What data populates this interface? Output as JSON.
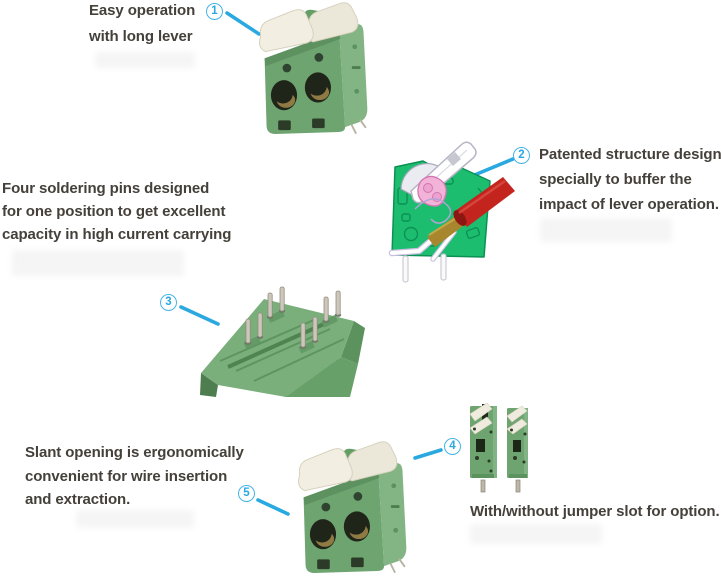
{
  "features": [
    {
      "number": "1",
      "lines": [
        "Easy operation",
        "with long lever"
      ]
    },
    {
      "number": "2",
      "lines": [
        "Patented structure design",
        "specially to buffer the",
        "impact of lever operation."
      ]
    },
    {
      "number": "3",
      "lines": [
        "Four soldering pins designed",
        "for one position to get excellent",
        "capacity in high current carrying"
      ]
    },
    {
      "number": "4",
      "lines": [
        "With/without jumper slot for option."
      ]
    },
    {
      "number": "5",
      "lines": [
        "Slant opening is ergonomically",
        "convenient for wire insertion",
        "and extraction."
      ]
    }
  ],
  "illustrations": [
    {
      "name": "terminal-block-long-lever-photo",
      "callout": "1"
    },
    {
      "name": "internal-structure-cutaway-diagram",
      "callout": "2"
    },
    {
      "name": "soldering-pins-bottom-view-photo",
      "callout": "3"
    },
    {
      "name": "side-profile-with-without-jumper-slot-photo",
      "callout": "4"
    },
    {
      "name": "terminal-block-slant-opening-photo",
      "callout": "5"
    }
  ],
  "colors": {
    "callout_blue": "#2aa9e0",
    "text": "#45403a",
    "product_green": "#6da46f",
    "cutaway_green": "#1dbd70",
    "lever_cream": "#f1eee1",
    "buffer_pink": "#f3b3d8",
    "wire_red": "#c3241e",
    "conductor_brass": "#a8862e",
    "pin_silver": "#ccc7ba"
  }
}
